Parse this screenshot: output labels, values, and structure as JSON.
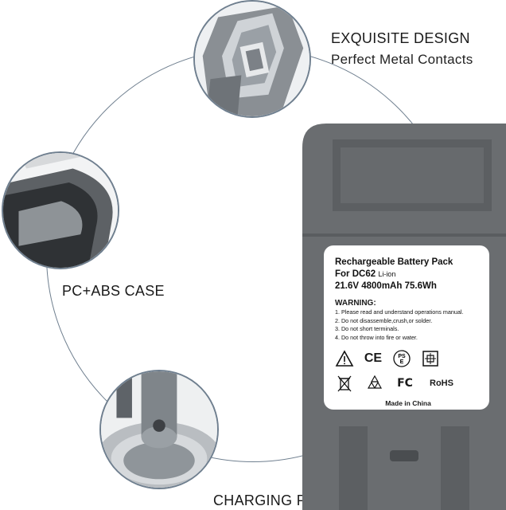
{
  "features": [
    {
      "title": "EXQUISITE DESIGN",
      "subtitle": "Perfect Metal Contacts"
    },
    {
      "title": "PC+ABS CASE"
    },
    {
      "title": "CHARGING PORT"
    }
  ],
  "battery_label": {
    "line1": "Rechargeable Battery Pack",
    "model": "For DC62",
    "chemistry": "Li-ion",
    "specs": "21.6V  4800mAh  75.6Wh",
    "warning_title": "WARNING:",
    "warnings": [
      "1. Please read and understand operations manual.",
      "2. Do not disassemble,crush,or solder.",
      "3. Do not short terminals.",
      "4. Do not throw into fire or water."
    ],
    "marks": [
      "warning-triangle",
      "CE",
      "PSE",
      "recycle-china",
      "weee",
      "recycle",
      "FC",
      "RoHS"
    ],
    "ce_text": "CE",
    "pse_text": "PS E",
    "fc_text": "FC",
    "rohs_text": "RoHS",
    "made_in": "Made in China"
  },
  "colors": {
    "battery_body": "#6a6d70",
    "battery_dark": "#55585b",
    "ring": "#6f7f8f",
    "label_bg": "#ffffff"
  }
}
